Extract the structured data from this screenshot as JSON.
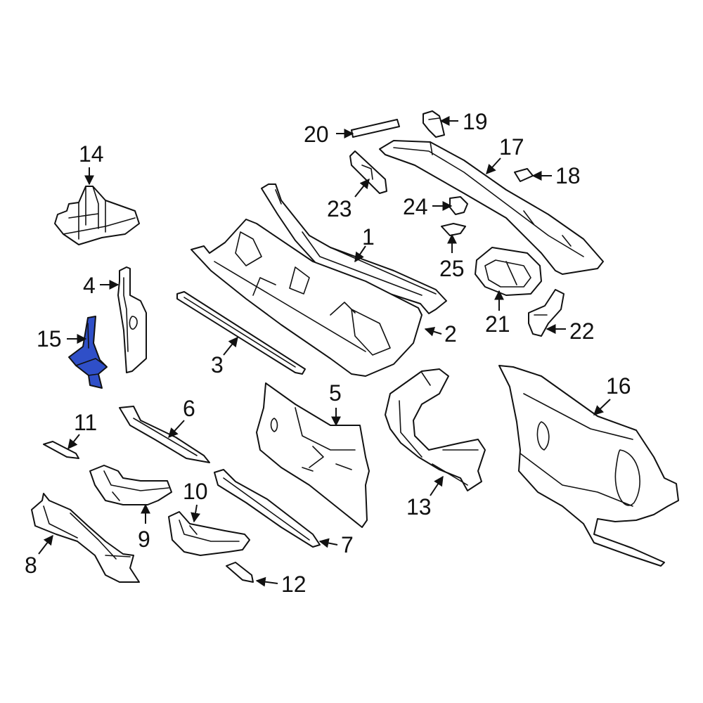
{
  "diagram": {
    "highlight_color": "#2f4fc8",
    "highlighted_part": "15",
    "callouts": [
      "1",
      "2",
      "3",
      "4",
      "5",
      "6",
      "7",
      "8",
      "9",
      "10",
      "11",
      "12",
      "13",
      "14",
      "15",
      "16",
      "17",
      "18",
      "19",
      "20",
      "21",
      "22",
      "23",
      "24",
      "25"
    ]
  }
}
